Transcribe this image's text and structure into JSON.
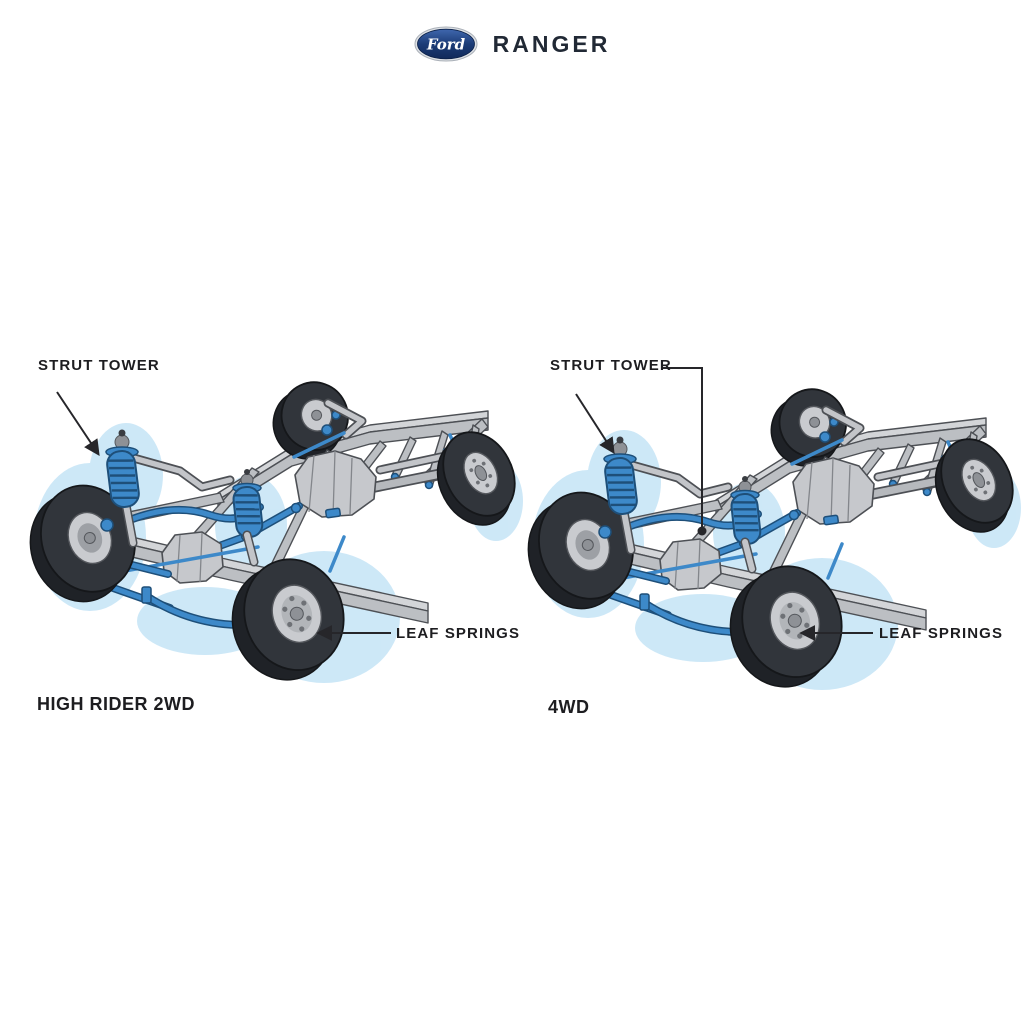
{
  "header": {
    "brand": "Ford",
    "model": "RANGER"
  },
  "panels": [
    {
      "caption": "HIGH RIDER 2WD",
      "strut_label": "STRUT TOWER",
      "leaf_label": "LEAF SPRINGS"
    },
    {
      "caption": "4WD",
      "strut_label": "STRUT TOWER",
      "leaf_label": "LEAF SPRINGS"
    }
  ],
  "colors": {
    "accent-blue": "#3d89c9",
    "accent-blue-dark": "#1e4f79",
    "glow-blue": "#c5e4f6",
    "frame-gray": "#d3d5d8",
    "frame-gray-side": "#bcbfc3",
    "frame-outline": "#4d5055",
    "tire-dark": "#31353b",
    "label-ink": "#1d1d20",
    "ford-navy": "#16325f",
    "wordmark": "#212935"
  }
}
